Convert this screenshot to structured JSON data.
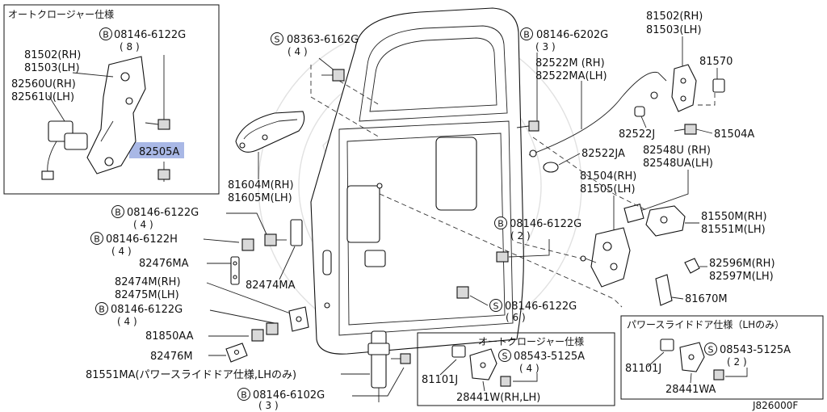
{
  "colors": {
    "highlight": "#a9b8e6",
    "line": "#222222",
    "background": "#ffffff"
  },
  "insets": {
    "auto_closure_top": {
      "title": "オートクロージャー仕様"
    },
    "auto_closure_bottom": {
      "title": "オートクロージャー仕様"
    },
    "power_slide": {
      "title": "パワースライドドア仕様（LHのみ）"
    }
  },
  "labels": {
    "i_b_08146_6122g": "08146-6122G",
    "i_qty_8": "( 8 )",
    "i_81502": "81502(RH)",
    "i_81503": "81503(LH)",
    "i_82560u": "82560U(RH)",
    "i_82561u": "82561U(LH)",
    "i_82505a_part": "82505",
    "i_82505a_suffix": "A",
    "s_08363_6162g": "08363-6162G",
    "qty_4_a": "( 4 )",
    "b_08146_6202g": "08146-6202G",
    "qty_3_a": "( 3 )",
    "p_81502_rh": "81502(RH)",
    "p_81503_lh": "81503(LH)",
    "p_81570": "81570",
    "p_82522m": "82522M  (RH)",
    "p_82522ma": "82522MA(LH)",
    "p_82522j": "82522J",
    "p_81504a": "81504A",
    "p_82522ja": "82522JA",
    "p_82548u": "82548U  (RH)",
    "p_82548ua": "82548UA(LH)",
    "p_81504": "81504(RH)",
    "p_81505": "81505(LH)",
    "p_81604m": "81604M(RH)",
    "p_81605m": "81605M(LH)",
    "b_08146_6122g_1": "08146-6122G",
    "qty_4_b": "( 4 )",
    "b_08146_6122h": "08146-6122H",
    "qty_4_c": "( 4 )",
    "p_82476ma": "82476MA",
    "p_82474ma": "82474MA",
    "p_82474m": "82474M(RH)",
    "p_82475m": "82475M(LH)",
    "b_08146_6122g_2": "08146-6122G",
    "qty_4_d": "( 4 )",
    "p_81850aa": "81850AA",
    "p_82476m": "82476M",
    "p_81551ma": "81551MA(パワースライドドア仕様,LHのみ)",
    "b_08146_6102g": "08146-6102G",
    "qty_3_b": "( 3 )",
    "b_08146_6122g_3": "08146-6122G",
    "qty_2_a": "( 2 )",
    "s_08146_6122g_4": "08146-6122G",
    "qty_6": "( 6 )",
    "p_81550m": "81550M(RH)",
    "p_81551m": "81551M(LH)",
    "p_82596m": "82596M(RH)",
    "p_82597m": "82597M(LH)",
    "p_81670m": "81670M",
    "ab_81101j": "81101J",
    "ab_s_08543": "08543-5125A",
    "ab_qty_4": "( 4 )",
    "ab_28441w": "28441W(RH,LH)",
    "ps_81101j": "81101J",
    "ps_s_08543": "08543-5125A",
    "ps_qty_2": "( 2 )",
    "ps_28441wa": "28441WA",
    "figure_code": "J826000F"
  },
  "markers": {
    "bolt": "B",
    "screw": "S"
  },
  "icons": {
    "bolt_marker": "circled-b-icon",
    "screw_marker": "circled-s-icon",
    "watermark": "watermark-emblem-icon"
  }
}
